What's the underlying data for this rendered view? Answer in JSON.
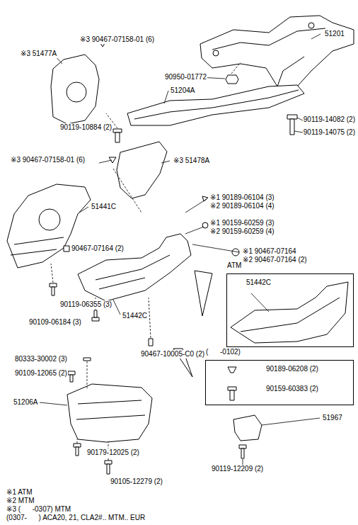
{
  "diagram": {
    "nodes": [
      {
        "text": [
          "ATM",
          "51442C"
        ]
      },
      {
        "text": [
          "(      -0102)",
          "90189-06208 (2)",
          "90159-60383 (2)"
        ]
      }
    ],
    "labels": [
      "51201",
      "※3 90467-07158-01 (6)",
      "※3 51477A",
      "90950-01772",
      "51204A",
      "90119-14082 (2)",
      "90119-14075 (2)",
      "90119-10884 (2)",
      "※3 90467-07158-01 (6)",
      "※3 51478A",
      "51441C",
      "※1 90189-06104 (3)",
      "※2 90189-06104 (4)",
      "※1 90159-60259 (3)",
      "※2 90159-60259 (4)",
      "90467-07164 (2)",
      "※1 90467-07164",
      "※2 90467-07164 (2)",
      "90119-06355 (3)",
      "90109-06184 (3)",
      "51442C",
      "90467-10005-C0 (2)",
      "80333-30002 (3)",
      "90109-12065 (2)",
      "51206A",
      "51967",
      "90179-12025 (2)",
      "90119-12209 (2)",
      "90105-12279 (2)",
      "※1 ATM",
      "※2 MTM",
      "※3 (      -0307) MTM",
      "(0307-      ) ACA20, 21, CLA2#.. MTM.. EUR"
    ]
  }
}
